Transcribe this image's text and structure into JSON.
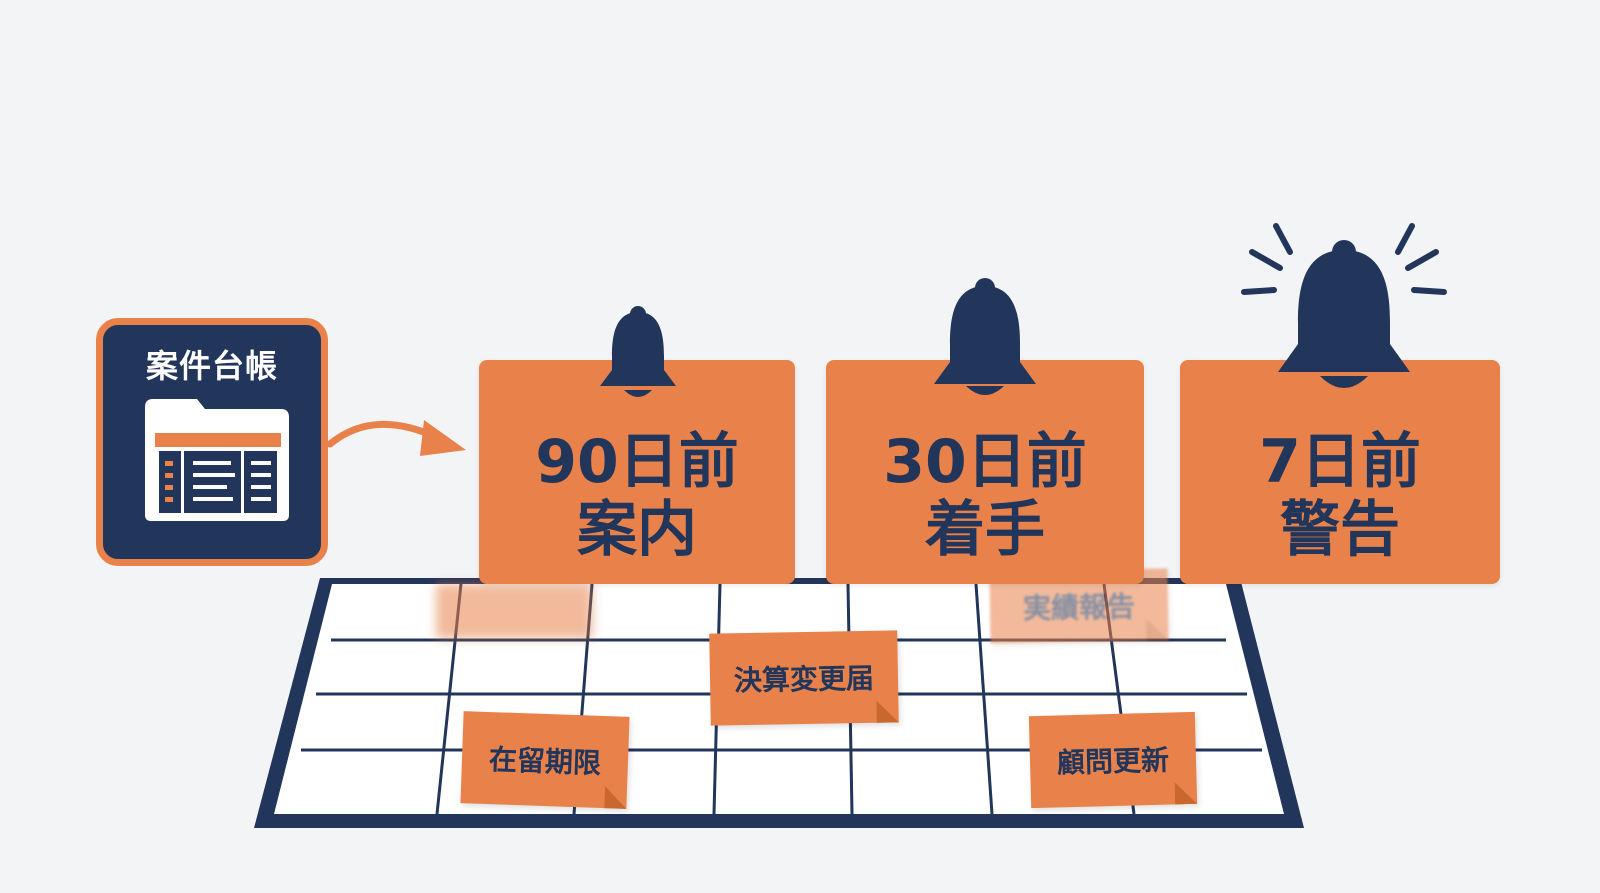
{
  "ledger": {
    "title": "案件台帳",
    "icon": "folder-table-icon"
  },
  "alerts": [
    {
      "days": "90日前",
      "action": "案内",
      "bell": "bell-icon"
    },
    {
      "days": "30日前",
      "action": "着手",
      "bell": "bell-icon"
    },
    {
      "days": "7日前",
      "action": "警告",
      "bell": "ringing-bell-icon"
    }
  ],
  "tasks": [
    {
      "label": "実績報告"
    },
    {
      "label": "決算変更届"
    },
    {
      "label": "在留期限"
    },
    {
      "label": "顧問更新"
    }
  ],
  "colors": {
    "navy": "#22355a",
    "orange": "#e8824a",
    "background": "#f3f4f6"
  }
}
